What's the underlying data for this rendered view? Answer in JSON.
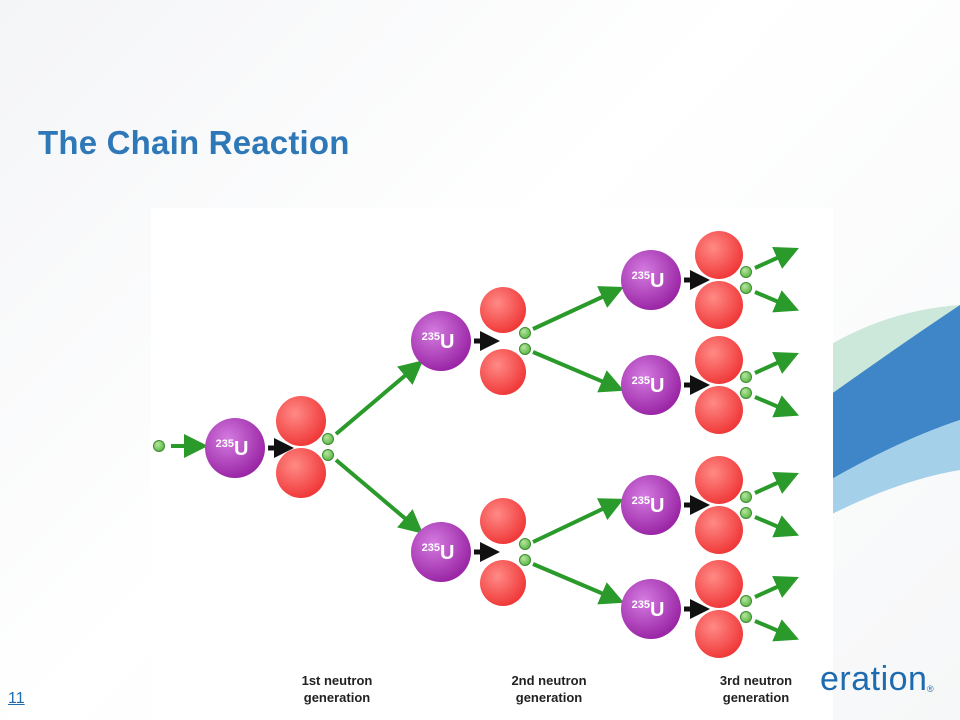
{
  "slide": {
    "title": "The Chain Reaction",
    "page_number": "11",
    "brand_text": "eration",
    "brand_mark": "®"
  },
  "diagram": {
    "isotope_mass": "235",
    "isotope_symbol": "U",
    "generations": [
      {
        "line1": "1st neutron",
        "line2": "generation"
      },
      {
        "line1": "2nd neutron",
        "line2": "generation"
      },
      {
        "line1": "3rd neutron",
        "line2": "generation"
      }
    ]
  },
  "colors": {
    "title": "#2e78b8",
    "uranium": "#9b27a6",
    "fragment": "#f03a3a",
    "neutron": "#5cb848",
    "arrow": "#2a9a2a",
    "brand": "#1f6bb0"
  }
}
